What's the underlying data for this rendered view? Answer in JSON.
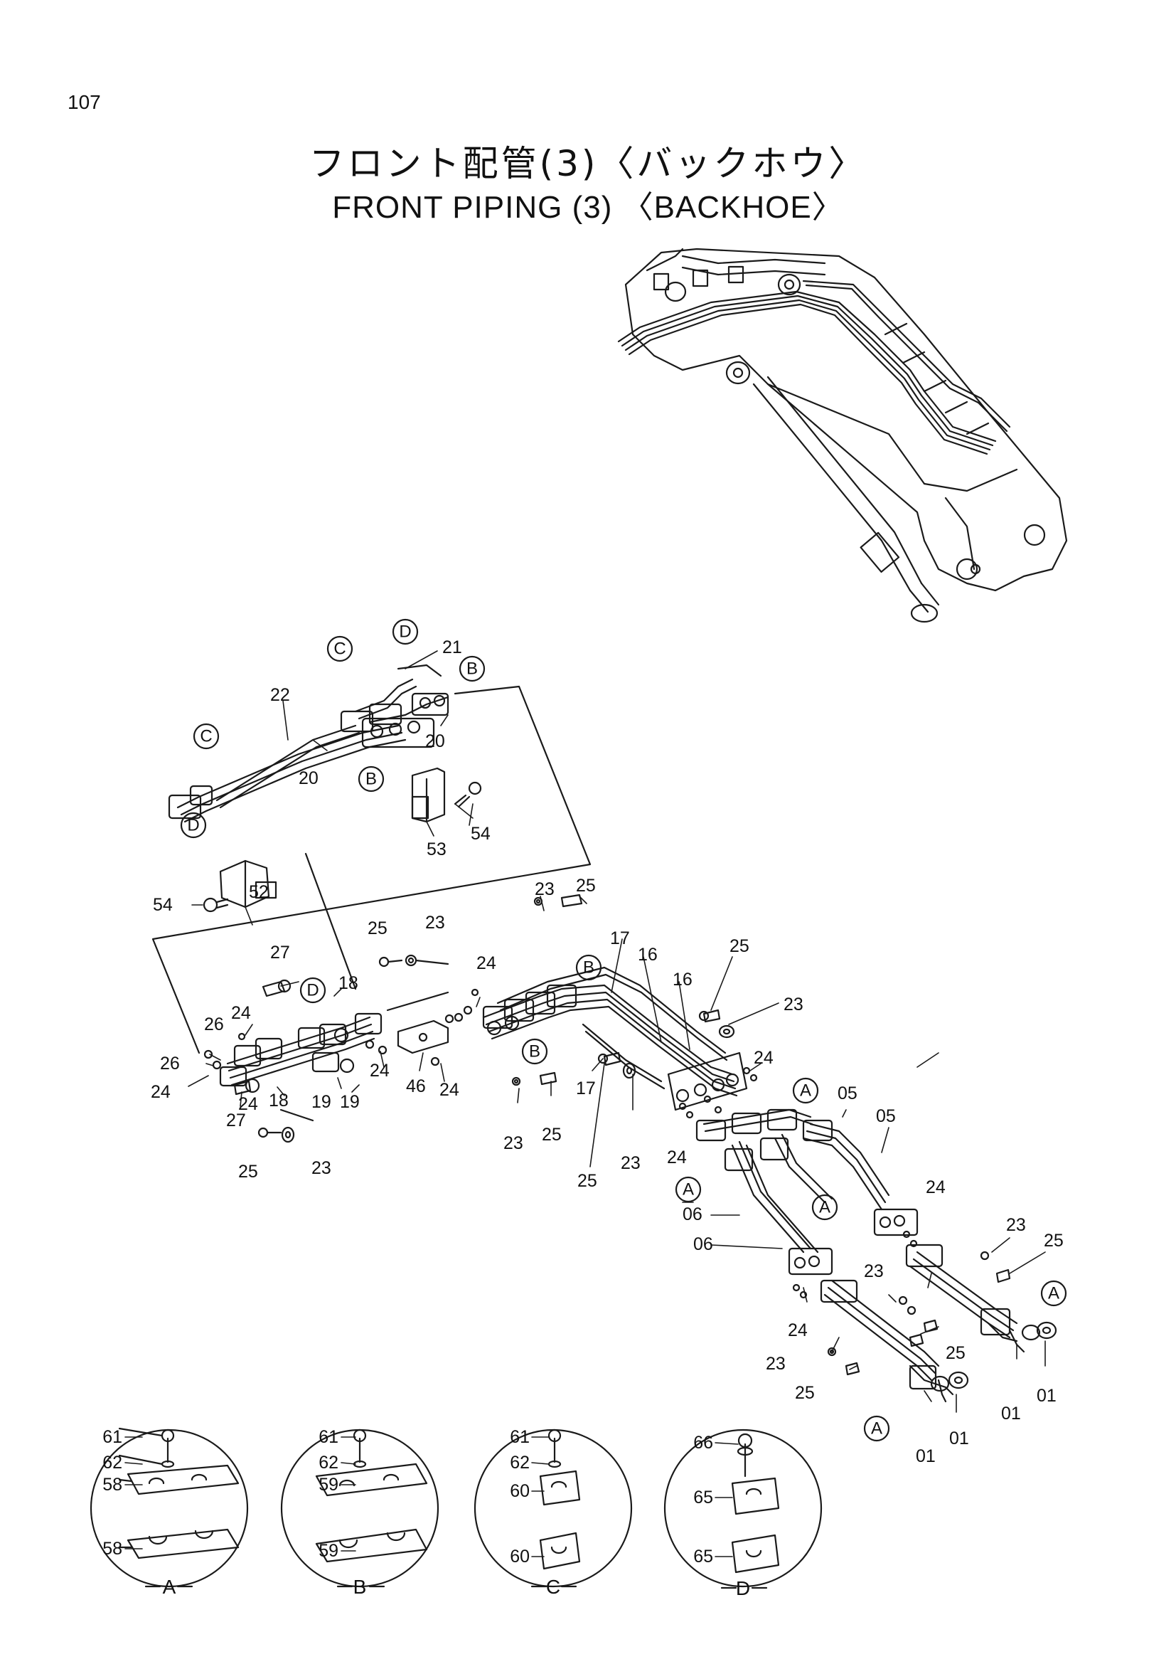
{
  "page_number": "107",
  "title_jp": "フロント配管(3)〈バックホウ〉",
  "title_en": "FRONT    PIPING (3) 〈BACKHOE〉",
  "detail_views": [
    {
      "letter": "A",
      "labels": [
        "61",
        "62",
        "58",
        "58"
      ]
    },
    {
      "letter": "B",
      "labels": [
        "61",
        "62",
        "59",
        "59"
      ]
    },
    {
      "letter": "C",
      "labels": [
        "61",
        "62",
        "60",
        "60"
      ]
    },
    {
      "letter": "D",
      "labels": [
        "66",
        "65",
        "65"
      ]
    }
  ],
  "circled_letters": [
    "C",
    "D",
    "B",
    "C",
    "D",
    "B",
    "D",
    "B",
    "B",
    "A",
    "A",
    "A",
    "A",
    "A"
  ],
  "callouts": {
    "upper": [
      "21",
      "22",
      "20",
      "20",
      "53",
      "54",
      "54",
      "52"
    ],
    "middle_left": [
      "25",
      "23",
      "27",
      "18",
      "24",
      "26",
      "24",
      "26",
      "24",
      "18",
      "19",
      "19",
      "27",
      "25",
      "23",
      "24",
      "46",
      "24",
      "24"
    ],
    "middle_center": [
      "23",
      "25",
      "17",
      "16",
      "16",
      "25",
      "23",
      "17",
      "23",
      "25",
      "25",
      "23",
      "24"
    ],
    "lower_right": [
      "24",
      "05",
      "05",
      "06",
      "06",
      "24",
      "23",
      "25",
      "23",
      "24",
      "25",
      "23",
      "25",
      "01",
      "01",
      "01",
      "01"
    ]
  }
}
